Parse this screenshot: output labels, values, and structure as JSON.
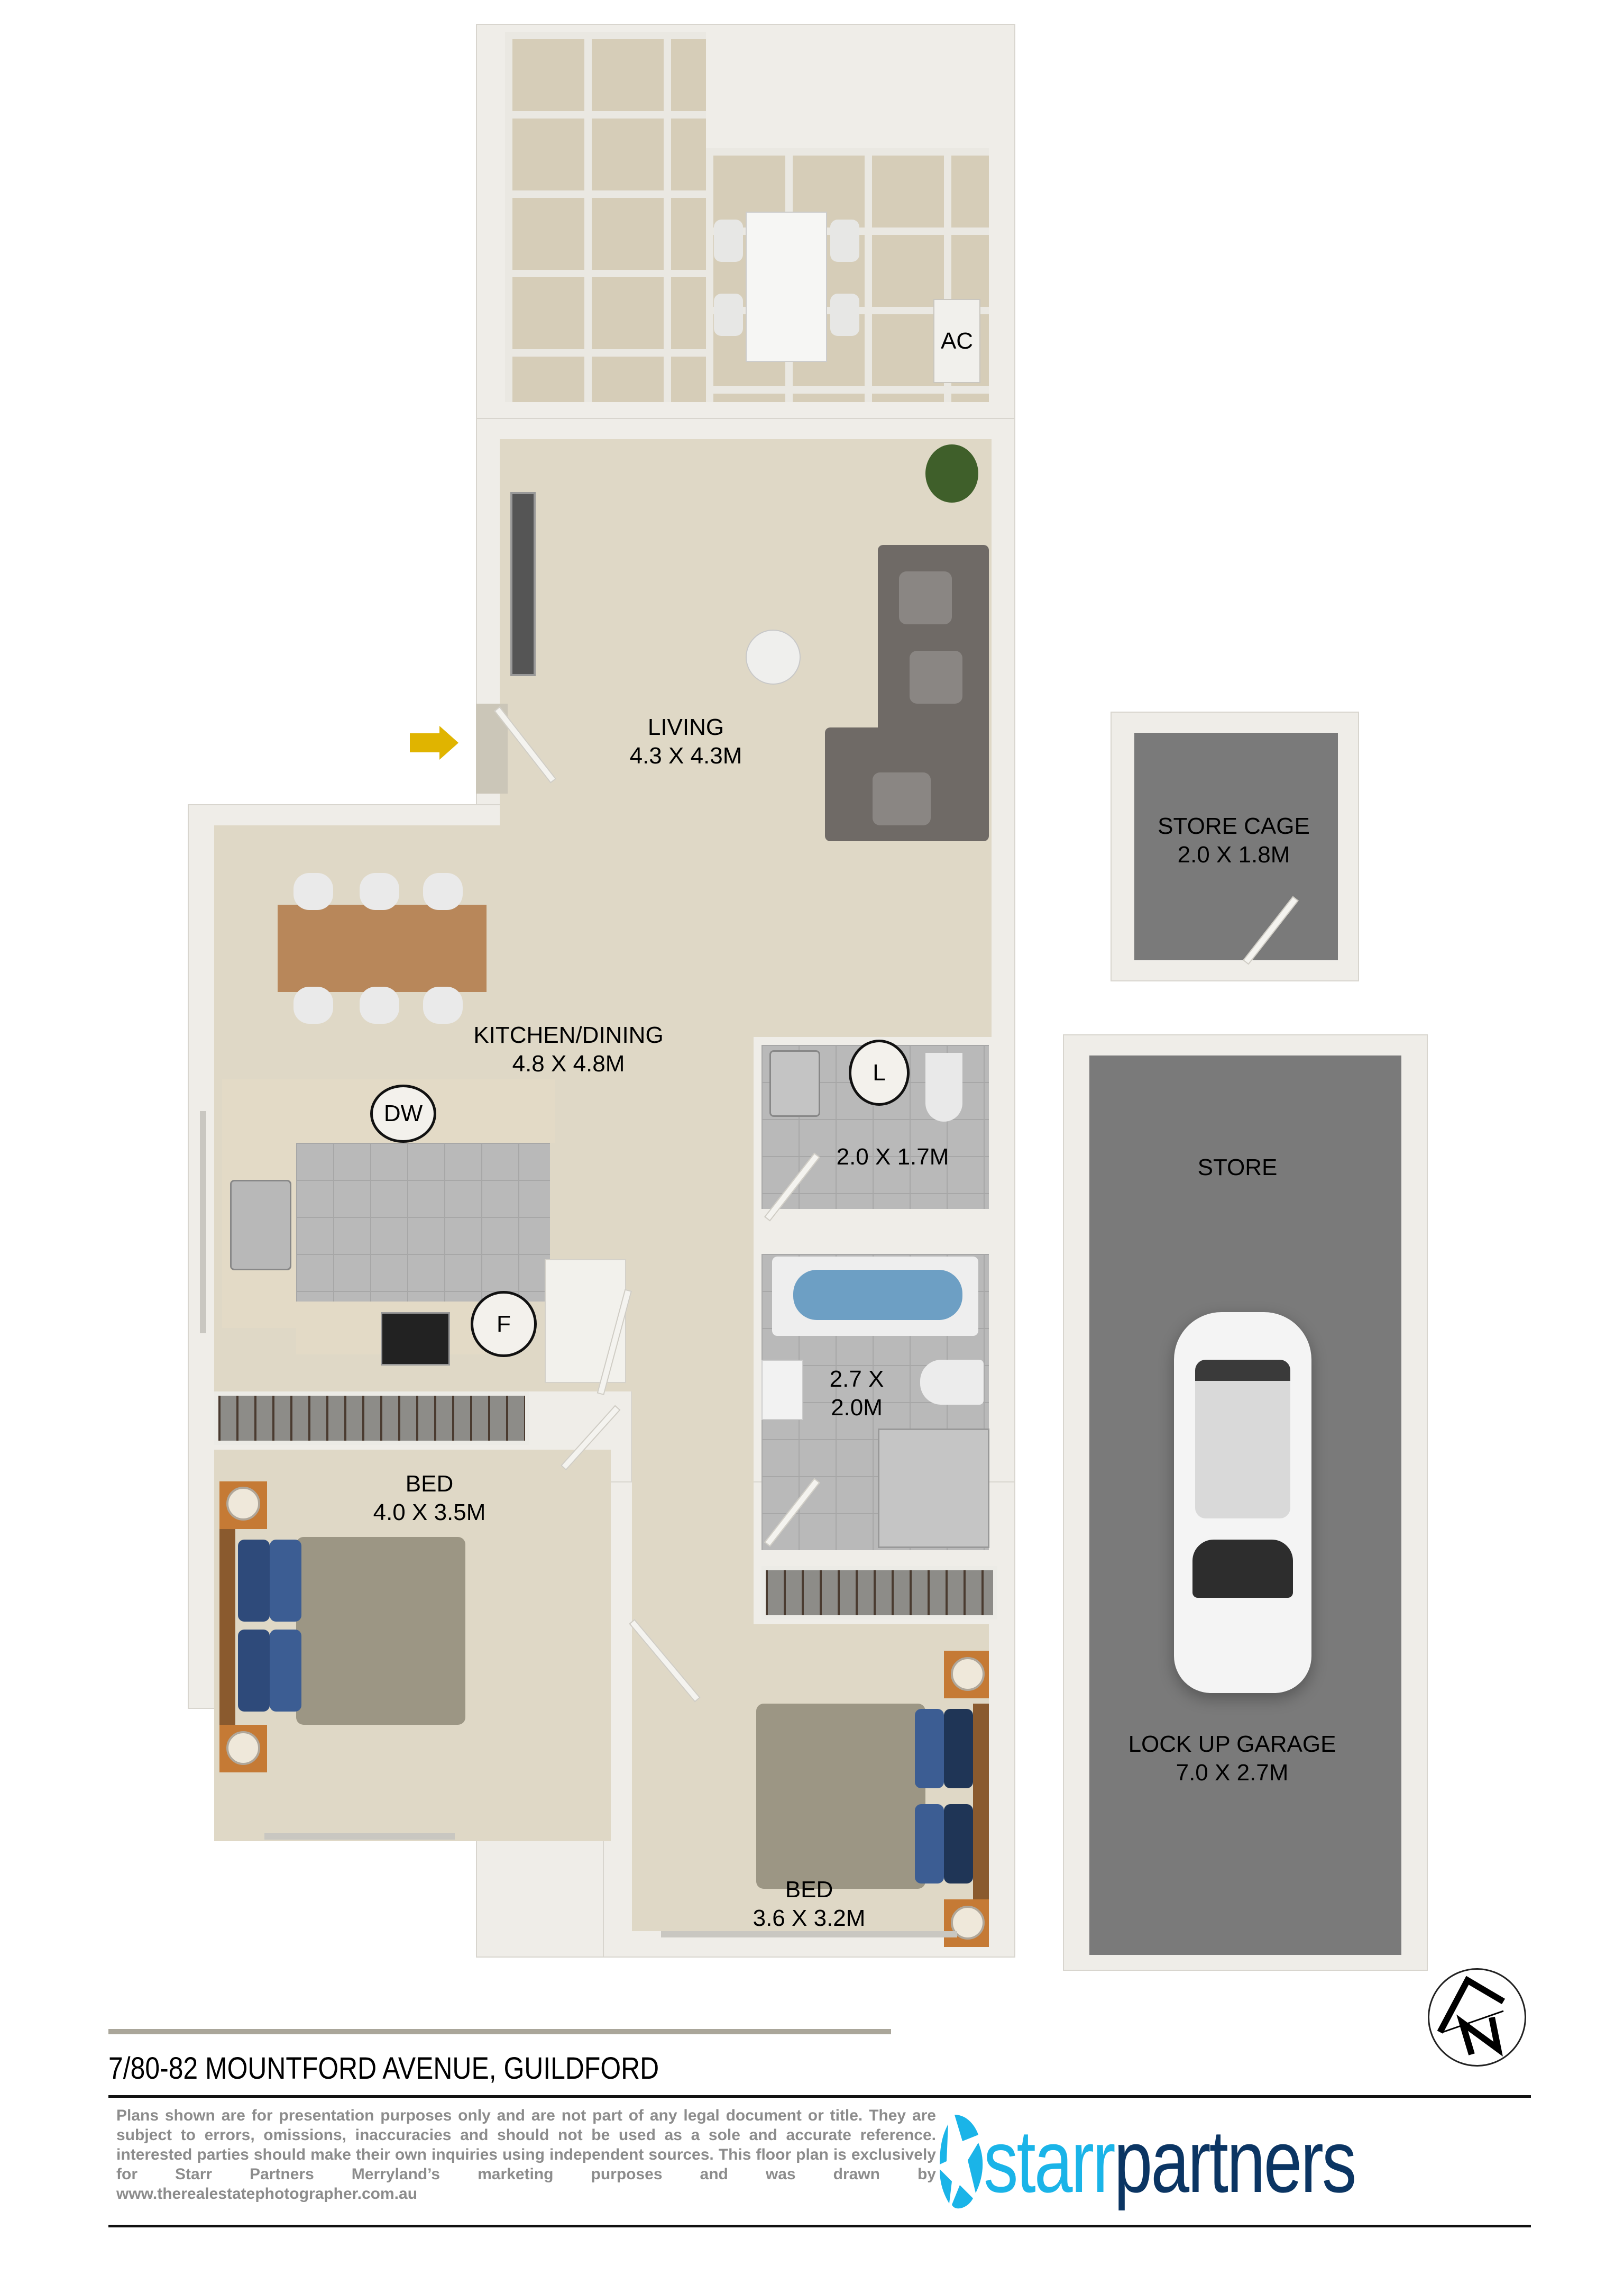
{
  "floorplan": {
    "address": "7/80-82 MOUNTFORD AVENUE, GUILDFORD",
    "rooms": [
      {
        "id": "living",
        "name": "LIVING",
        "dims": "4.3 X 4.3M"
      },
      {
        "id": "kitchen_dining",
        "name": "KITCHEN/DINING",
        "dims": "4.8 X 4.8M"
      },
      {
        "id": "laundry",
        "name": "",
        "dims": "2.0 X 1.7M"
      },
      {
        "id": "bathroom",
        "name": "",
        "dims_line1": "2.7 X",
        "dims_line2": "2.0M"
      },
      {
        "id": "bed1",
        "name": "BED",
        "dims": "4.0 X 3.5M"
      },
      {
        "id": "bed2",
        "name": "BED",
        "dims": "3.6 X 3.2M"
      },
      {
        "id": "store_cage",
        "name": "STORE CAGE",
        "dims": "2.0 X 1.8M"
      },
      {
        "id": "store",
        "name": "STORE",
        "dims": ""
      },
      {
        "id": "garage",
        "name": "LOCK UP GARAGE",
        "dims": "7.0 X 2.7M"
      }
    ],
    "tags": {
      "ac": "AC",
      "dishwasher": "DW",
      "fridge": "F",
      "laundry": "L"
    },
    "entry_arrow_color": "#e0b400",
    "compass_letter": "N"
  },
  "disclaimer": "Plans shown are for presentation purposes only and are not part of any legal document or title. They are subject to errors, omissions, inaccuracies and should not be used as a sole and accurate reference. interested parties should make their own inquiries using independent sources. This floor plan is exclusively for Starr Partners Merryland’s marketing purposes and was drawn by www.therealestatephotographer.com.au",
  "brand": {
    "part1": "starr",
    "part2": "partners",
    "color1": "#1ab4e8",
    "color2": "#0b3563"
  }
}
